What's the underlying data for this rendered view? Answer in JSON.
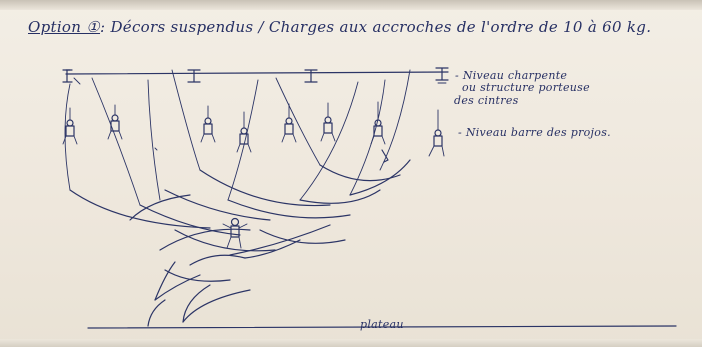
{
  "title": {
    "option": "Option ①",
    "text": ": Décors suspendus / Charges aux accroches de l'ordre de 10 à 60 kg."
  },
  "labels": {
    "charpente_1": "- Niveau charpente",
    "charpente_2": "ou structure porteuse",
    "charpente_3": "des cintres",
    "perche": "- Niveau barre des projos.",
    "plateau": "plateau"
  },
  "colors": {
    "ink": "#2c3566",
    "paper": "#efe9df"
  }
}
